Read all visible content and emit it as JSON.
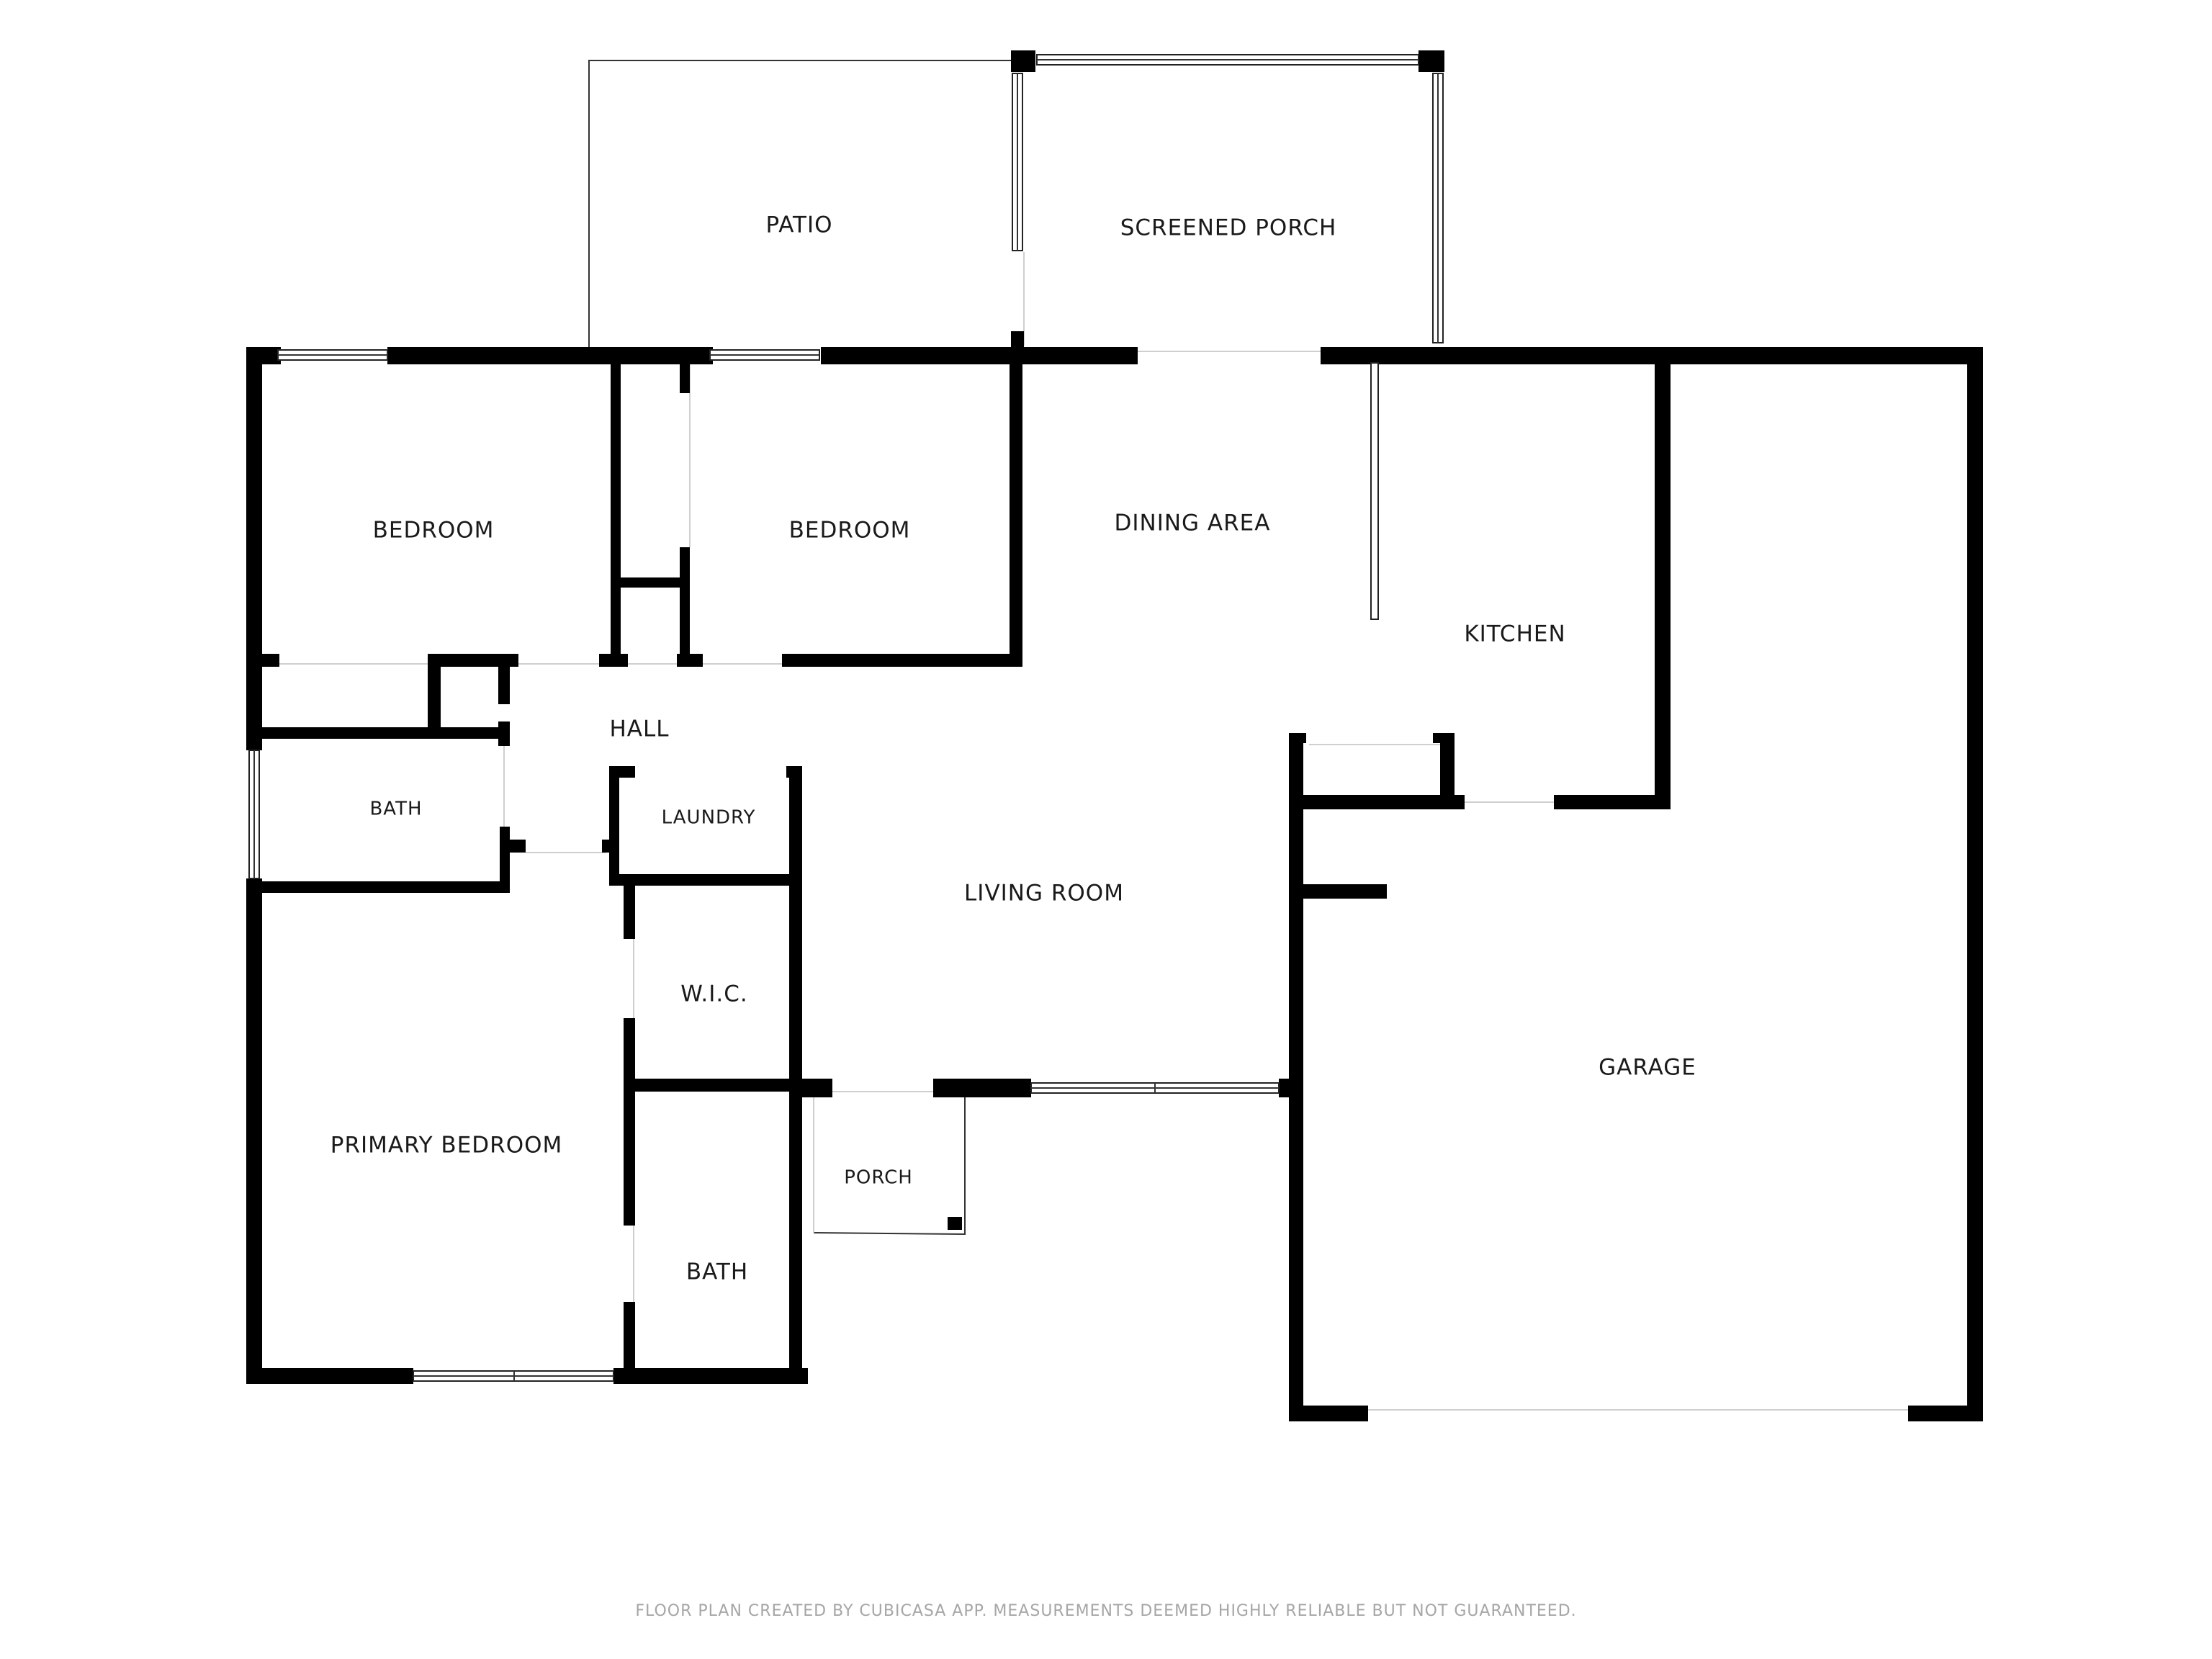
{
  "rooms": {
    "patio": "PATIO",
    "screened_porch": "SCREENED PORCH",
    "bedroom_left": "BEDROOM",
    "bedroom_middle": "BEDROOM",
    "dining_area": "DINING AREA",
    "kitchen": "KITCHEN",
    "hall": "HALL",
    "bath_left": "BATH",
    "laundry": "LAUNDRY",
    "living_room": "LIVING ROOM",
    "wic": "W.I.C.",
    "primary_bedroom": "PRIMARY BEDROOM",
    "bath_primary": "BATH",
    "porch": "PORCH",
    "garage": "GARAGE"
  },
  "footer": {
    "disclaimer": "FLOOR PLAN CREATED BY CUBICASA APP. MEASUREMENTS DEEMED HIGHLY RELIABLE BUT NOT GUARANTEED."
  },
  "colors": {
    "wall": "#000000",
    "label": "#1a1a1a",
    "footer_text": "#a6a6a6",
    "background": "#ffffff"
  }
}
